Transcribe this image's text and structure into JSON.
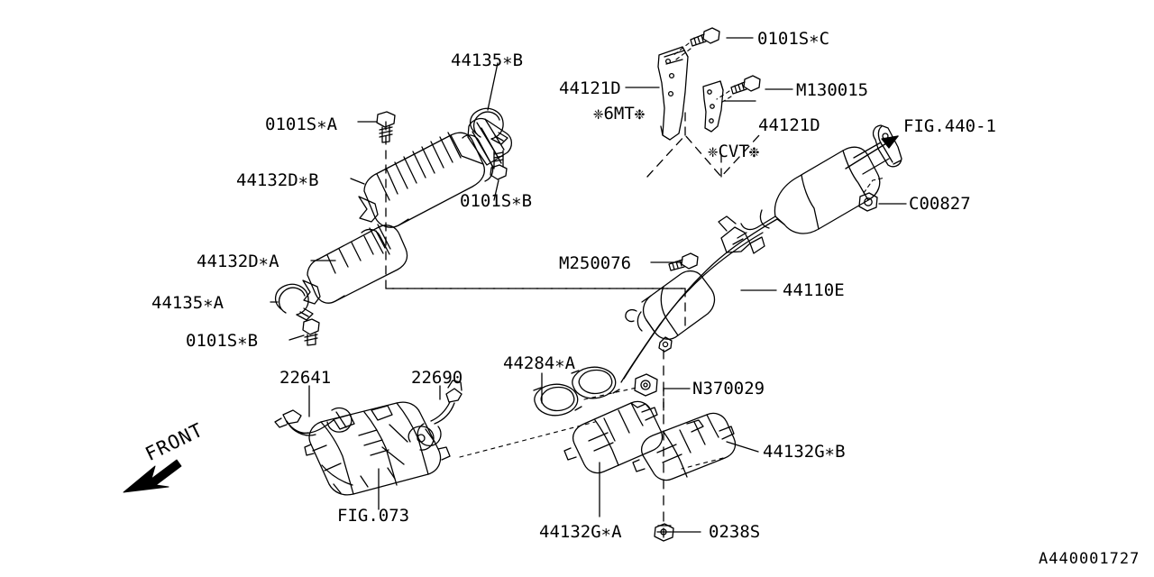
{
  "diagram": {
    "drawing_number": "A440001727",
    "front_marker": "FRONT",
    "labels": {
      "bolt_a_top": "0101S∗A",
      "clamp_b": "44135∗B",
      "cover_d_b": "44132D∗B",
      "bolt_b_upper": "0101S∗B",
      "cover_d_a": "44132D∗A",
      "clamp_a": "44135∗A",
      "bolt_b_lower": "0101S∗B",
      "bracket_mt": "44121D",
      "bracket_mt_note": "❈6MT❉",
      "bolt_c": "0101S∗C",
      "bolt_m130015": "M130015",
      "bracket_cvt": "44121D",
      "bracket_cvt_note": "❈CVT❉",
      "fig_440_1": "FIG.440-1",
      "nut_c00827": "C00827",
      "bolt_m250076": "M250076",
      "center_pipe": "44110E",
      "gasket_44284a": "44284∗A",
      "nut_n370029": "N370029",
      "sensor_22641": "22641",
      "sensor_22690": "22690",
      "fig_073": "FIG.073",
      "shield_g_a": "44132G∗A",
      "shield_g_b": "44132G∗B",
      "nut_0238s": "0238S"
    },
    "colors": {
      "line": "#000000",
      "background": "#ffffff"
    }
  }
}
